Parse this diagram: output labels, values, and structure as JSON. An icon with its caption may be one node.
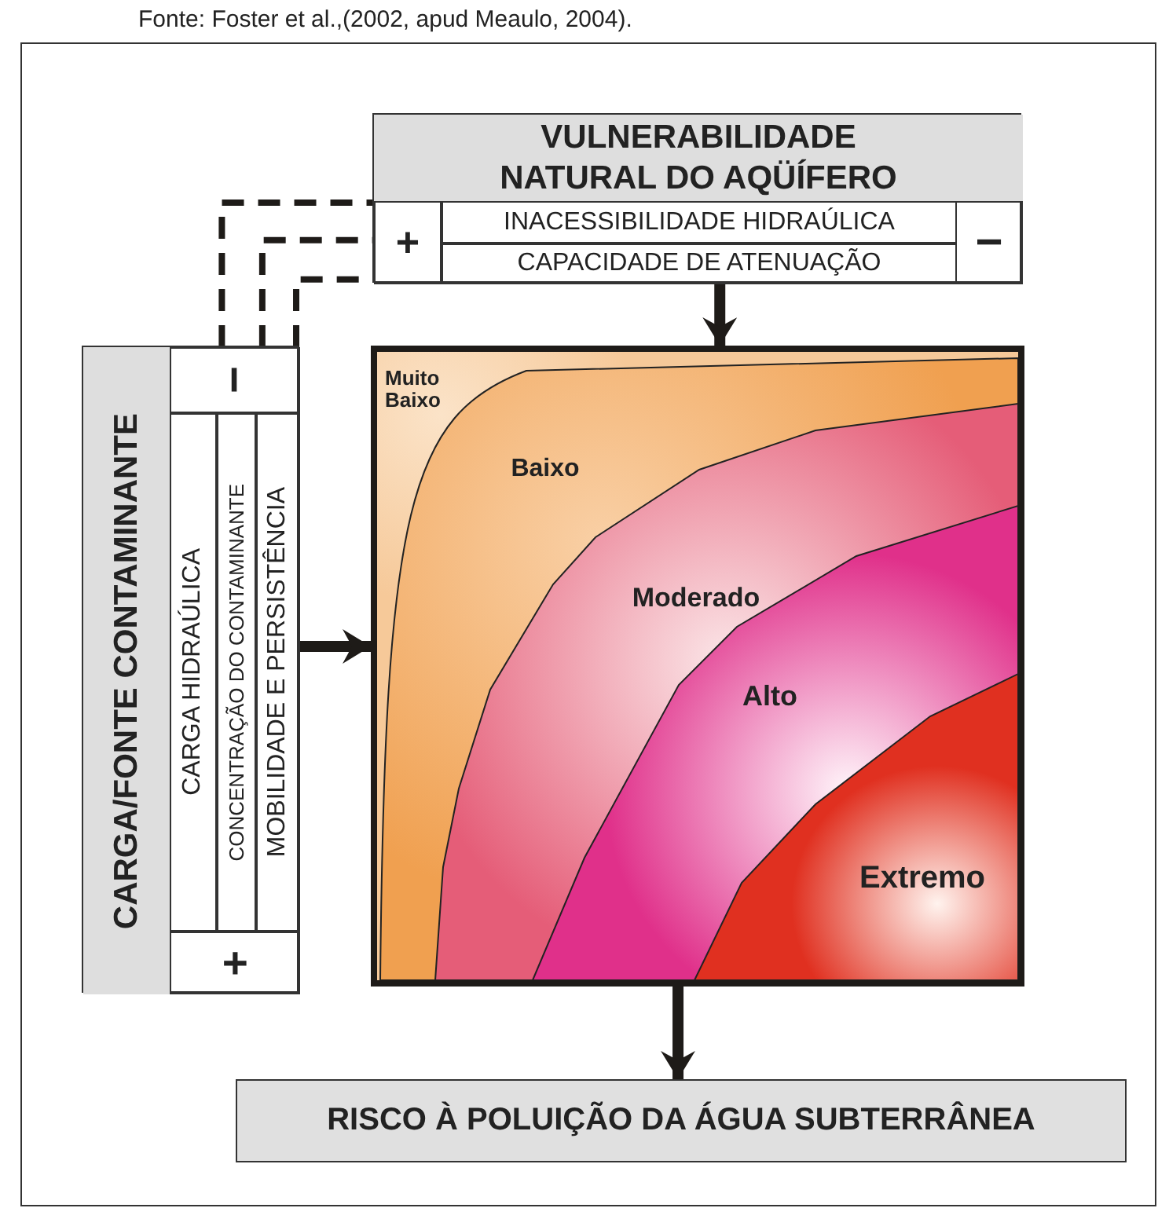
{
  "diagram": {
    "caption": "Fonte: Foster et al.,(2002, apud Meaulo, 2004).",
    "nodes": [
      {
        "text": [
          "VULNERABILIDADE NATURAL DO AQÜÍFERO"
        ]
      },
      {
        "text": [
          "+"
        ],
        "in": 0
      },
      {
        "text": [
          "INACESSIBILIDADE HIDRAÚLICA"
        ],
        "in": 0
      },
      {
        "text": [
          "CAPACIDADE DE ATENUAÇÃO"
        ],
        "in": 0
      },
      {
        "text": [
          "−"
        ],
        "in": 0
      },
      {
        "text": [
          "CARGA/FONTE CONTAMINANTE"
        ]
      },
      {
        "text": [
          "−"
        ],
        "in": 5
      },
      {
        "text": [
          "CARGA HIDRAÚLICA"
        ],
        "in": 5
      },
      {
        "text": [
          "CONCENTRAÇÃO DO CONTAMINANTE"
        ],
        "in": 5
      },
      {
        "text": [
          "MOBILIDADE E PERSISTÊNCIA"
        ],
        "in": 5
      },
      {
        "text": [
          "+"
        ],
        "in": 5
      },
      {
        "text": [],
        "shape": "box"
      },
      {
        "text": [
          "Muito Baixo"
        ],
        "in": 11
      },
      {
        "text": [
          "Baixo"
        ],
        "in": 11
      },
      {
        "text": [
          "Moderado"
        ],
        "in": 11
      },
      {
        "text": [
          "Alto"
        ],
        "in": 11
      },
      {
        "text": [
          "Extremo"
        ],
        "in": 11
      },
      {
        "text": [
          "RISCO À POLUIÇÃO DA ÁGUA SUBTERRÂNEA"
        ]
      }
    ],
    "edges": [
      {
        "from": 6,
        "to": 1,
        "arrow": "none",
        "style": "dashed"
      },
      {
        "from": 6,
        "to": 1,
        "arrow": "none",
        "style": "dashed"
      },
      {
        "from": 6,
        "to": 1,
        "arrow": "none",
        "style": "dashed"
      },
      {
        "from": 3,
        "to": 11,
        "arrow": "to"
      },
      {
        "from": 9,
        "to": 11,
        "arrow": "to"
      },
      {
        "from": 11,
        "to": 17,
        "arrow": "to"
      }
    ]
  }
}
